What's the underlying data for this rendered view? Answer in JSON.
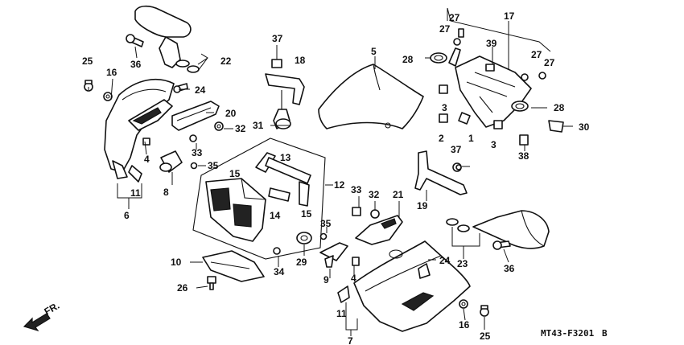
{
  "drawing_code": "MT43-F3201",
  "drawing_suffix": "B",
  "direction_label": "FR.",
  "callouts": {
    "c1": "1",
    "c2": "2",
    "c3a": "3",
    "c3b": "3",
    "c4a": "4",
    "c4b": "4",
    "c5": "5",
    "c6": "6",
    "c7": "7",
    "c8": "8",
    "c9": "9",
    "c10": "10",
    "c11a": "11",
    "c11b": "11",
    "c12": "12",
    "c13": "13",
    "c14": "14",
    "c15a": "15",
    "c15b": "15",
    "c16a": "16",
    "c16b": "16",
    "c17": "17",
    "c18": "18",
    "c19": "19",
    "c20": "20",
    "c21": "21",
    "c22": "22",
    "c23": "23",
    "c24a": "24",
    "c24b": "24",
    "c25a": "25",
    "c25b": "25",
    "c26": "26",
    "c27a": "27",
    "c27b": "27",
    "c27c": "27",
    "c27d": "27",
    "c28a": "28",
    "c28b": "28",
    "c29": "29",
    "c30": "30",
    "c31": "31",
    "c32a": "32",
    "c32b": "32",
    "c33a": "33",
    "c33b": "33",
    "c34": "34",
    "c35a": "35",
    "c35b": "35",
    "c36a": "36",
    "c36b": "36",
    "c37a": "37",
    "c37b": "37",
    "c38": "38",
    "c39": "39"
  }
}
